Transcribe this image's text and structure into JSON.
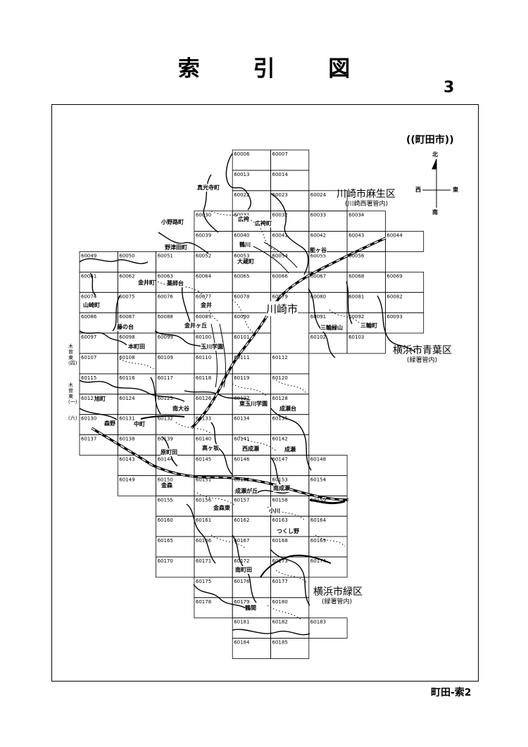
{
  "page": {
    "title_chars": [
      "索",
      "引",
      "図"
    ],
    "page_number": "3",
    "footer": "町田-索2",
    "city_label": "((町田市))"
  },
  "compass": {
    "north": "北",
    "south": "南",
    "east": "東",
    "west": "西"
  },
  "regions": {
    "kawasaki_asao": {
      "name": "川崎市麻生区",
      "sub": "(川崎西署管内)"
    },
    "yokohama_aoba": {
      "name": "横浜市青葉区",
      "sub": "(緑署管内)"
    },
    "yokohama_midori": {
      "name": "横浜市緑区",
      "sub": "(緑署管内)"
    },
    "kawasaki_city": "川崎市"
  },
  "side_labels": [
    "木曽東(四)",
    "木曽東(一)",
    "(六)"
  ],
  "grid": {
    "rows": [
      {
        "cols": [
          4
        ],
        "codes": [
          "60006",
          "60007"
        ],
        "start": 4
      },
      {
        "codes": [
          "60013",
          "60014"
        ],
        "start": 4
      },
      {
        "codes": [
          "60022",
          "60023",
          "60024"
        ],
        "start": 4
      },
      {
        "codes": [
          "60030",
          "60031",
          "60032",
          "60033",
          "60034"
        ],
        "start": 3
      },
      {
        "codes": [
          "60039",
          "60040",
          "60041",
          "60042",
          "60043",
          "60044"
        ],
        "start": 3
      },
      {
        "codes": [
          "60049",
          "60050",
          "60051",
          "60052",
          "60053",
          "60054",
          "60055",
          "60056"
        ],
        "start": 0
      },
      {
        "codes": [
          "60061",
          "60062",
          "60063",
          "60064",
          "60065",
          "60066",
          "60067",
          "60068",
          "60069"
        ],
        "start": 0
      },
      {
        "codes": [
          "60074",
          "60075",
          "60076",
          "60077",
          "60078",
          "60079",
          "60080",
          "60081",
          "60082"
        ],
        "start": 0
      },
      {
        "codes": [
          "60086",
          "60087",
          "60088",
          "60089",
          "60090",
          "",
          "60091",
          "60092",
          "60093"
        ],
        "start": 0
      },
      {
        "codes": [
          "60097",
          "60098",
          "60099",
          "60100",
          "60101",
          "",
          "60102",
          "60103"
        ],
        "start": 0
      },
      {
        "codes": [
          "60107",
          "60108",
          "60109",
          "60110",
          "60111",
          "60112"
        ],
        "start": 0
      },
      {
        "codes": [
          "60115",
          "60116",
          "60117",
          "60118",
          "60119",
          "60120"
        ],
        "start": 0
      },
      {
        "codes": [
          "60123",
          "60124",
          "60125",
          "60126",
          "60127",
          "60128"
        ],
        "start": 0
      },
      {
        "codes": [
          "60130",
          "60131",
          "60132",
          "60133",
          "60134",
          "60135"
        ],
        "start": 0
      },
      {
        "codes": [
          "60137",
          "60138",
          "60139",
          "60140",
          "60141",
          "60142"
        ],
        "start": 0
      },
      {
        "codes": [
          "60143",
          "60144",
          "60145",
          "60146",
          "60147",
          "60148"
        ],
        "start": 1
      },
      {
        "codes": [
          "60149",
          "60150",
          "60151",
          "60152",
          "60153",
          "60154"
        ],
        "start": 1
      },
      {
        "codes": [
          "60155",
          "60156",
          "60157",
          "60158",
          "60159"
        ],
        "start": 2
      },
      {
        "codes": [
          "60160",
          "60161",
          "60162",
          "60163",
          "60164"
        ],
        "start": 2
      },
      {
        "codes": [
          "60165",
          "60166",
          "60167",
          "60168",
          "60169"
        ],
        "start": 2
      },
      {
        "codes": [
          "60170",
          "60171",
          "60172",
          "60173",
          "60174"
        ],
        "start": 2
      },
      {
        "codes": [
          "60175",
          "60176",
          "60177"
        ],
        "start": 3
      },
      {
        "codes": [
          "60178",
          "60179",
          "60180"
        ],
        "start": 3
      },
      {
        "codes": [
          "60181",
          "60182",
          "60183"
        ],
        "start": 4
      },
      {
        "codes": [
          "60184",
          "60185"
        ],
        "start": 4
      }
    ]
  },
  "place_names": [
    {
      "id": "shinkoji",
      "text": "真光寺町"
    },
    {
      "id": "onoji",
      "text": "小野路町"
    },
    {
      "id": "nozuta",
      "text": "野津田町"
    },
    {
      "id": "okura",
      "text": "大蔵町"
    },
    {
      "id": "kanai",
      "text": "金井町"
    },
    {
      "id": "yakushidai",
      "text": "薬師台"
    },
    {
      "id": "yamazaki",
      "text": "山崎町"
    },
    {
      "id": "kanai2",
      "text": "金井"
    },
    {
      "id": "fujinodai",
      "text": "藤の台"
    },
    {
      "id": "kanaigaoka",
      "text": "金井ヶ丘"
    },
    {
      "id": "motomachida",
      "text": "本町田"
    },
    {
      "id": "tamagawa",
      "text": "玉川学園"
    },
    {
      "id": "tsurukawa",
      "text": "鶴川"
    },
    {
      "id": "hirofuku",
      "text": "広袴町"
    },
    {
      "id": "nogaya",
      "text": "能ヶ谷"
    },
    {
      "id": "miwamidoriyama",
      "text": "三輪緑山"
    },
    {
      "id": "miwa",
      "text": "三輪町"
    },
    {
      "id": "asahi",
      "text": "旭町"
    },
    {
      "id": "morino",
      "text": "森野"
    },
    {
      "id": "nakamachi",
      "text": "中町"
    },
    {
      "id": "haramachida",
      "text": "原町田"
    },
    {
      "id": "minamioya",
      "text": "南大谷"
    },
    {
      "id": "takagasaka",
      "text": "高ヶ坂"
    },
    {
      "id": "naruse",
      "text": "成瀬"
    },
    {
      "id": "nishinaruse",
      "text": "西成瀬"
    },
    {
      "id": "narusedai",
      "text": "成瀬台"
    },
    {
      "id": "higashitamagawa",
      "text": "東玉川学園"
    },
    {
      "id": "minaminaruse",
      "text": "南成瀬"
    },
    {
      "id": "naruseoka",
      "text": "成瀬が丘"
    },
    {
      "id": "kanamori",
      "text": "金森"
    },
    {
      "id": "kanamorihigashi",
      "text": "金森東"
    },
    {
      "id": "ogawa",
      "text": "小川"
    },
    {
      "id": "tsukushino",
      "text": "つくし野"
    },
    {
      "id": "minamimachida",
      "text": "南町田"
    },
    {
      "id": "tsuruma",
      "text": "鶴間"
    },
    {
      "id": "hirofuku2",
      "text": "広袴"
    }
  ]
}
